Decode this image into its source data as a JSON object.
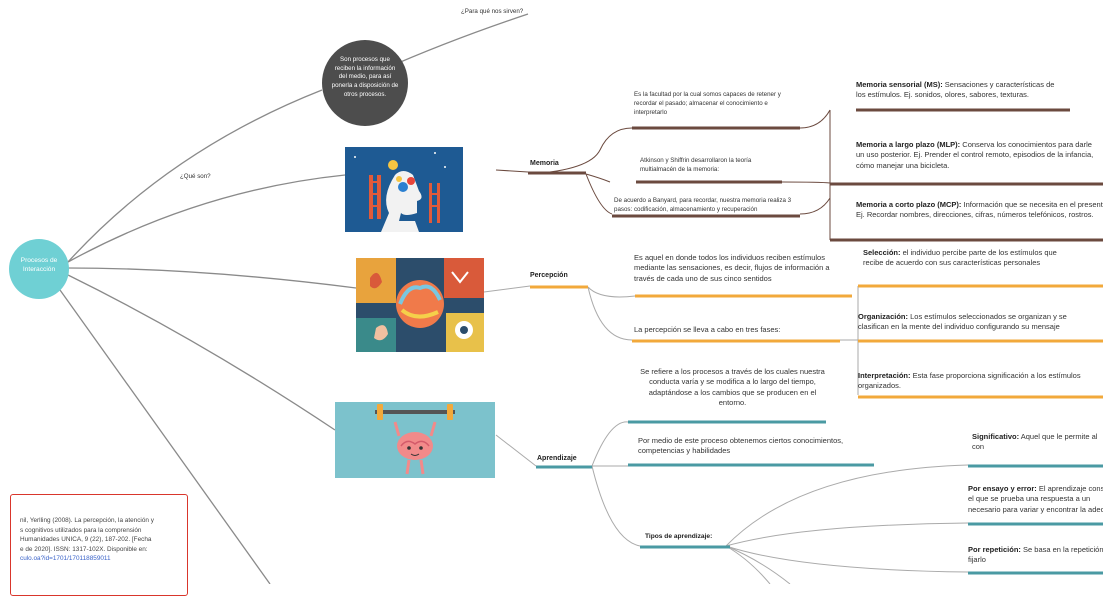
{
  "root": {
    "label": "Procesos de Interacción"
  },
  "top": {
    "question_why": "¿Para qué nos sirven?",
    "question_what": "¿Qué son?",
    "definition": "Son procesos que reciben la información del medio, para así ponerla a disposición de otros procesos."
  },
  "memoria": {
    "label": "Memoria",
    "items": [
      "Es la facultad por la cual somos capaces de retener y recordar el pasado; almacenar el conocimiento e interpretarlo",
      "Atkinson y Shiffrin desarrollaron la teoría multialmacén de la memoria:",
      "De acuerdo a Banyard, para recordar, nuestra memoria realiza 3 pasos: codificación, almacenamiento y recuperación"
    ],
    "types": [
      {
        "title": "Memoria sensorial (MS):",
        "text1": " Sensaciones y características de",
        "text2": "los estímulos. Ej. sonidos, olores, sabores, texturas."
      },
      {
        "title": "Memoria a largo plazo (MLP):",
        "text1": " Conserva los conocimientos para darle",
        "text2": "un uso posterior. Ej. Prender el control remoto, episodios de la infancia,",
        "text3": "cómo manejar una bicicleta."
      },
      {
        "title": "Memoria a corto plazo (MCP):",
        "text1": " Información que se necesita en el presente.",
        "text2": "Ej. Recordar nombres, direcciones, cifras, números telefónicos, rostros."
      }
    ]
  },
  "percepcion": {
    "label": "Percepción",
    "items": [
      "Es aquel en donde todos los individuos reciben estímulos mediante las sensaciones, es decir, flujos de información a través de cada uno de sus cinco sentidos",
      "La percepción se lleva a cabo en tres fases:"
    ],
    "phases": [
      {
        "title": "Selección:",
        "text1": " el individuo percibe parte de los estímulos que",
        "text2": "recibe de acuerdo con sus características personales"
      },
      {
        "title": "Organización:",
        "text1": " Los estímulos seleccionados se organizan y se",
        "text2": "clasifican en la mente del individuo configurando su mensaje"
      },
      {
        "title": "Interpretación:",
        "text1": " Esta fase proporciona significación a los estímulos",
        "text2": "organizados."
      }
    ]
  },
  "aprendizaje": {
    "label": "Aprendizaje",
    "items": [
      "Se refiere a los procesos a través de los cuales nuestra conducta varía y se modifica a lo largo del tiempo, adaptándose a los cambios que se producen en el entorno.",
      "Por medio de este proceso obtenemos ciertos conocimientos, competencias y habilidades"
    ],
    "types_label": "Tipos de aprendizaje:",
    "types": [
      {
        "title": "Significativo:",
        "text1": " Aquel que le permite al",
        "text2": "con"
      },
      {
        "title": "Por ensayo y error:",
        "text1": " El aprendizaje consiste en",
        "text2": "el que se prueba una respuesta a un",
        "text3": "necesario para variar y encontrar la adecuada"
      },
      {
        "title": "Por repetición:",
        "text1": " Se basa en la repetición",
        "text2": "fijarlo"
      }
    ]
  },
  "reference": {
    "lines": [
      "nil, Yerlling (2008). La percepción, la atención y",
      "s cognitivos utilizados para la comprensión",
      "Humanidades UNICA, 9 (22), 187-202. [Fecha",
      "e de 2020]. ISSN: 1317-102X. Disponible en:"
    ],
    "link": "culo.oa?id=1701/170118859011"
  },
  "colors": {
    "memoria": "#6b4a3f",
    "percepcion": "#f2a93b",
    "aprendizaje": "#4a9aa3",
    "root": "#6fd0d4",
    "definition": "#4d4d4d",
    "reference_border": "#d9362c"
  },
  "icons": [
    "brain-memory-illustration",
    "brain-senses-illustration",
    "brain-weightlifting-illustration"
  ]
}
